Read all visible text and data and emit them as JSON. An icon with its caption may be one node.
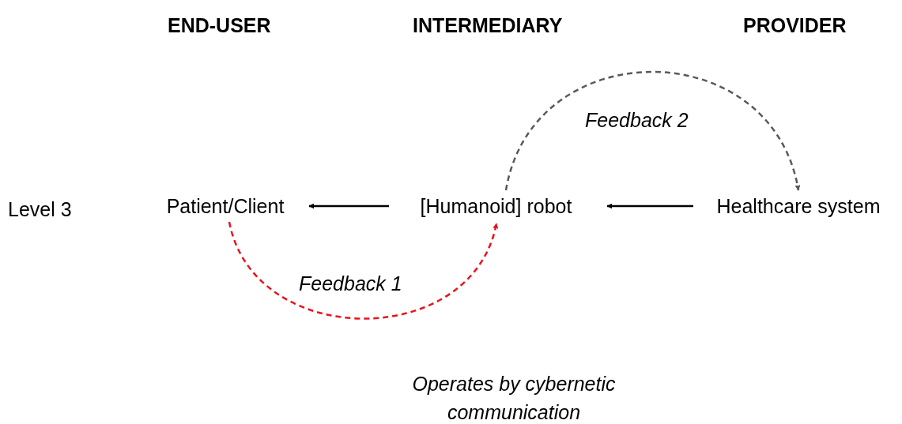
{
  "diagram": {
    "nodes": [
      {
        "text": [
          "Patient/Client"
        ]
      },
      {
        "text": [
          "[Humanoid] robot"
        ]
      },
      {
        "text": [
          "Healthcare system"
        ]
      }
    ],
    "edges": [
      {
        "from": 1,
        "to": 0,
        "arrow": "to"
      },
      {
        "from": 2,
        "to": 1,
        "arrow": "to"
      },
      {
        "from": 0,
        "to": 1,
        "arrow": "to",
        "label": "Feedback 1",
        "style": "dashed",
        "color": "#e8141b"
      },
      {
        "from": 1,
        "to": 2,
        "arrow": "to",
        "label": "Feedback 2",
        "style": "dashed",
        "color": "#595959"
      }
    ],
    "labels": [
      "END-USER",
      "INTERMEDIARY",
      "PROVIDER",
      "Level 3",
      "Operates by cybernetic communication"
    ]
  }
}
